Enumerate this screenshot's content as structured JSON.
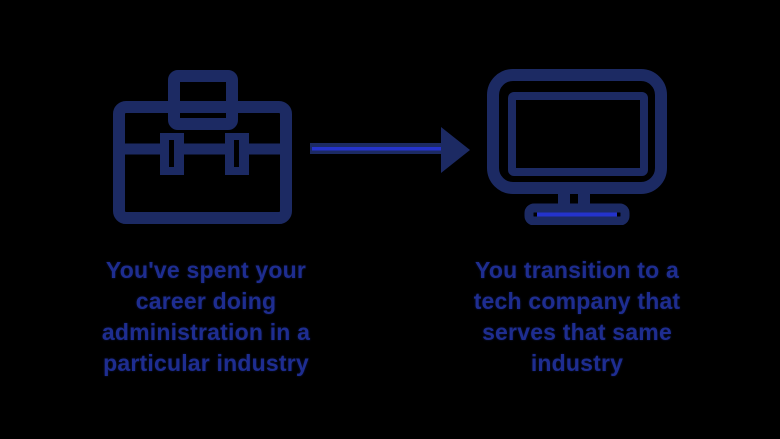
{
  "colors": {
    "background": "#000000",
    "icon_navy": "#1c2a63",
    "accent_blue": "#2433cc",
    "text_blue": "#1e2d90"
  },
  "left_panel": {
    "icon": "briefcase-icon",
    "caption_lines": {
      "0": "You've spent your",
      "1": "career doing",
      "2": "administration in a",
      "3": "particular industry"
    }
  },
  "arrow": {
    "icon": "arrow-right-icon",
    "direction": "right"
  },
  "right_panel": {
    "icon": "computer-monitor-icon",
    "caption_lines": {
      "0": "You transition to a",
      "1": "tech company that",
      "2": "serves that same",
      "3": "industry"
    }
  }
}
